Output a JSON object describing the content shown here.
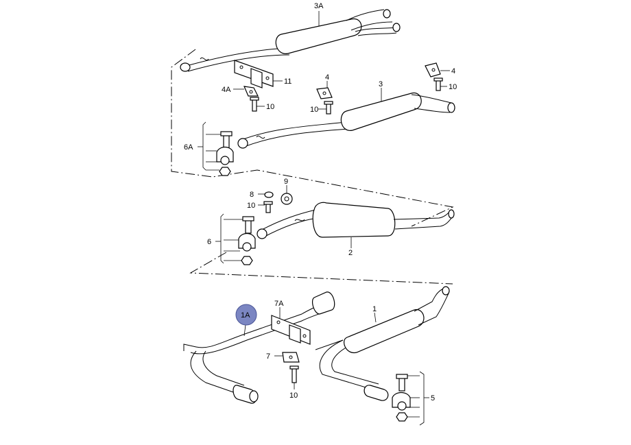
{
  "callouts": {
    "c3A": "3A",
    "c11": "11",
    "c4A": "4A",
    "c10a": "10",
    "c4a": "4",
    "c10b": "10",
    "c3": "3",
    "c4b": "4",
    "c10c": "10",
    "c6A": "6A",
    "c9": "9",
    "c8": "8",
    "c10d": "10",
    "c6": "6",
    "c2": "2",
    "c7A": "7A",
    "c1": "1",
    "c1A": "1A",
    "c7": "7",
    "c10e": "10",
    "c5": "5"
  },
  "colors": {
    "highlight_fill": "#7b86c2",
    "line": "#000000",
    "background": "#ffffff"
  }
}
